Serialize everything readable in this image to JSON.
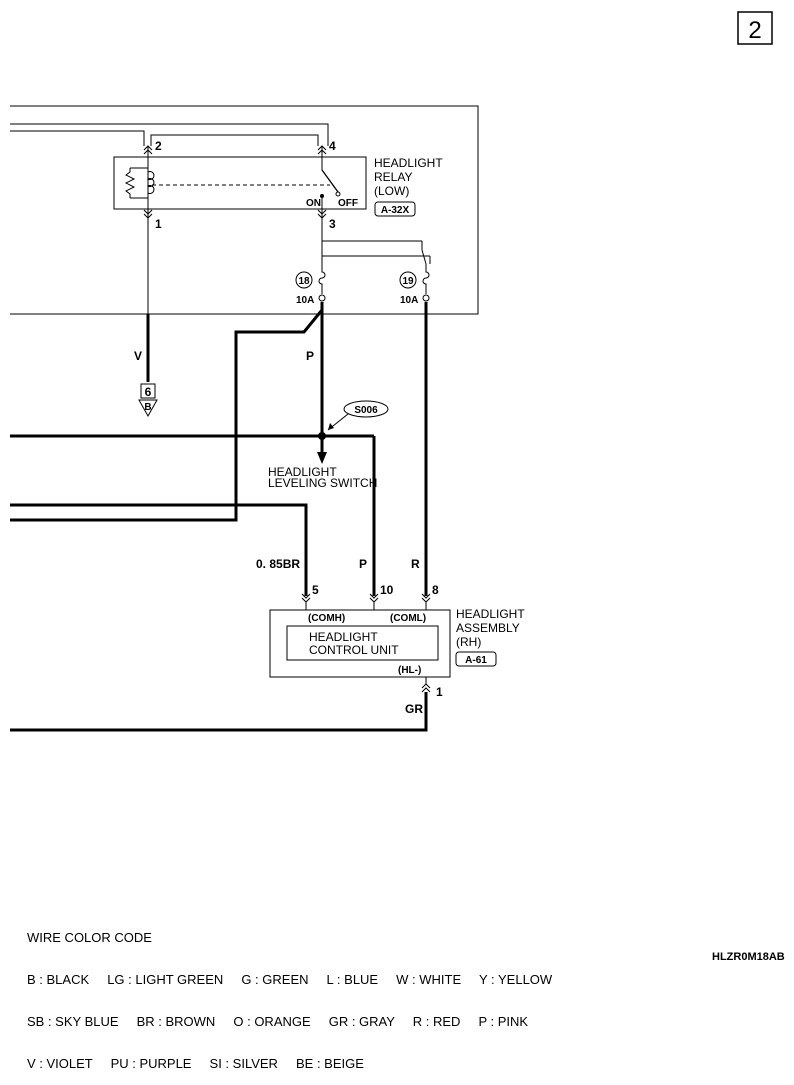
{
  "page_number": "2",
  "relay": {
    "name_line1": "HEADLIGHT",
    "name_line2": "RELAY",
    "name_line3": "(LOW)",
    "connector": "A-32X",
    "pin_2": "2",
    "pin_4": "4",
    "pin_1": "1",
    "pin_3": "3",
    "on_label": "ON",
    "off_label": "OFF"
  },
  "fuses": [
    {
      "number": "18",
      "rating": "10A"
    },
    {
      "number": "19",
      "rating": "10A"
    }
  ],
  "wires": {
    "v": "V",
    "p_left": "P",
    "br": "0. 85BR",
    "p_right": "P",
    "r": "R",
    "gr": "GR"
  },
  "ground_ref": {
    "top": "6",
    "bottom": "B"
  },
  "splice": "S006",
  "leveling_switch": {
    "line1": "HEADLIGHT",
    "line2": "LEVELING SWITCH"
  },
  "assembly": {
    "line1": "HEADLIGHT",
    "line2": "ASSEMBLY",
    "line3": "(RH)",
    "connector": "A-61",
    "unit_line1": "HEADLIGHT",
    "unit_line2": "CONTROL UNIT",
    "comh": "(COMH)",
    "coml": "(COML)",
    "hl": "(HL-)",
    "pin_5": "5",
    "pin_10": "10",
    "pin_8": "8",
    "pin_1": "1"
  },
  "legend": {
    "title": "WIRE COLOR CODE",
    "rows": [
      "B : BLACK     LG : LIGHT GREEN     G : GREEN     L : BLUE     W : WHITE     Y : YELLOW",
      "SB : SKY BLUE     BR : BROWN     O : ORANGE     GR : GRAY     R : RED     P : PINK",
      "V : VIOLET     PU : PURPLE     SI : SILVER     BE : BEIGE"
    ]
  },
  "drawing_code": "HLZR0M18AB"
}
